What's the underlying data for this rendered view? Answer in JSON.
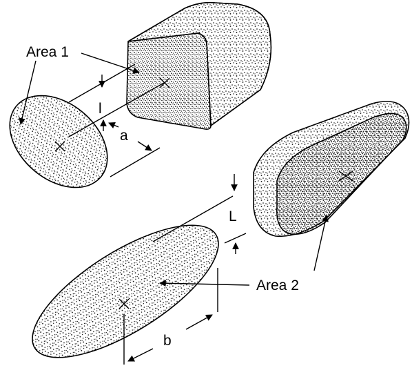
{
  "labels": {
    "area1": "Area 1",
    "area2": "Area 2",
    "dim_l_small": "l",
    "dim_a": "a",
    "dim_L_large": "L",
    "dim_b": "b"
  }
}
